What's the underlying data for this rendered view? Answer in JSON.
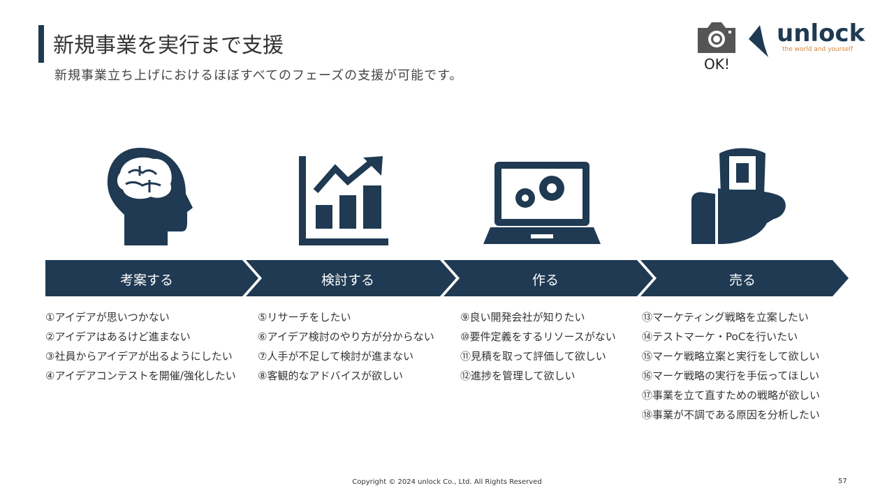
{
  "header": {
    "title": "新規事業を実行まで支援",
    "subtitle": "新規事業立ち上げにおけるほぼすべてのフェーズの支援が可能です。"
  },
  "badge": {
    "ok_label": "OK!"
  },
  "logo": {
    "name": "unlock",
    "tagline": "the world and yourself"
  },
  "colors": {
    "primary": "#1f3a52",
    "accent": "#d9823b"
  },
  "phases": [
    {
      "label": "考案する",
      "icon": "brain-head-icon",
      "items": [
        "①アイデアが思いつかない",
        "②アイデアはあるけど進まない",
        "③社員からアイデアが出るようにしたい",
        "④アイデアコンテストを開催/強化したい"
      ]
    },
    {
      "label": "検討する",
      "icon": "growth-chart-icon",
      "items": [
        "⑤リサーチをしたい",
        "⑥アイデア検討のやり方が分からない",
        "⑦人手が不足して検討が進まない",
        "⑧客観的なアドバイスが欲しい"
      ]
    },
    {
      "label": "作る",
      "icon": "laptop-gears-icon",
      "items": [
        "⑨良い開発会社が知りたい",
        "⑩要件定義をするリソースがない",
        "⑪見積を取って評価して欲しい",
        "⑫進捗を管理して欲しい"
      ]
    },
    {
      "label": "売る",
      "icon": "hand-phone-icon",
      "items": [
        "⑬マーケティング戦略を立案したい",
        "⑭テストマーケ・PoCを行いたい",
        "⑮マーケ戦略立案と実行をして欲しい",
        "⑯マーケ戦略の実行を手伝ってほしい",
        "⑰事業を立て直すための戦略が欲しい",
        "⑱事業が不調である原因を分析したい"
      ]
    }
  ],
  "footer": {
    "copyright": "Copyright © 2024 unlock Co., Ltd. All Rights Reserved",
    "page": "57"
  }
}
